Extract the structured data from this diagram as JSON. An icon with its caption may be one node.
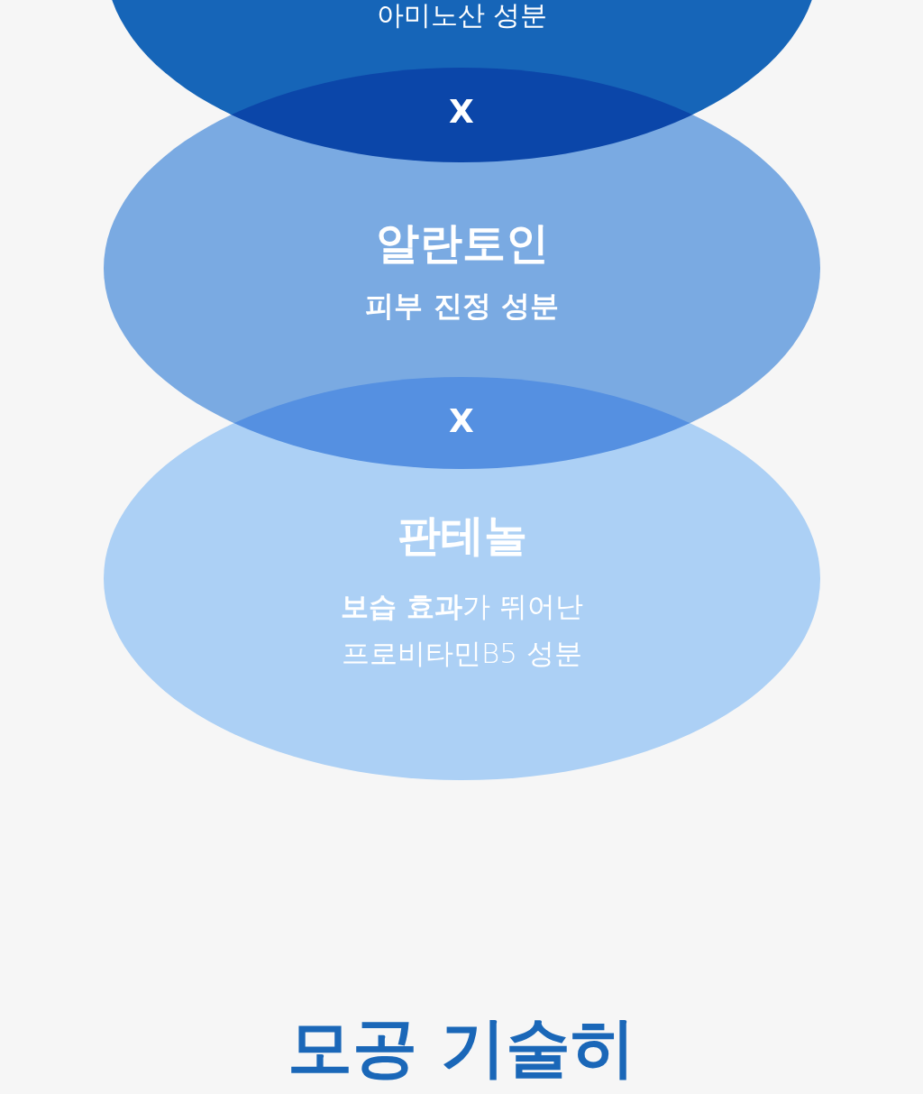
{
  "diagram": {
    "nodes": [
      {
        "text": [
          "아미노산 성분"
        ]
      },
      {
        "text": [
          "알란토인",
          "피부 진정 성분"
        ]
      },
      {
        "text": [
          "판테놀",
          "**보습 효과**가 뛰어난 프로비타민B5 성분"
        ]
      }
    ],
    "labels": [
      "X",
      "X",
      "모공 기술히"
    ]
  }
}
